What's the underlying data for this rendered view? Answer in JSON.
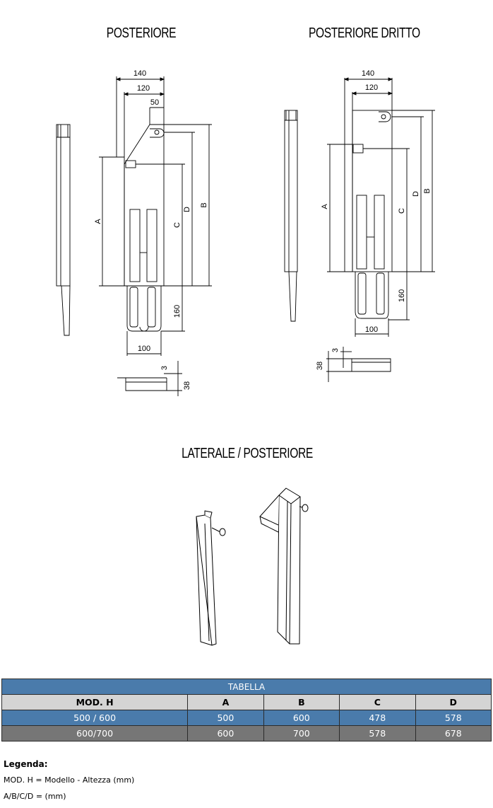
{
  "headings": {
    "posteriore": "POSTERIORE",
    "posteriore_dritto": "POSTERIORE DRITTO",
    "laterale_posteriore": "LATERALE / POSTERIORE"
  },
  "dims_left": {
    "w140": "140",
    "w120": "120",
    "w50": "50",
    "a": "A",
    "b": "B",
    "c": "C",
    "d": "D",
    "h160": "160",
    "w100": "100",
    "t3": "3",
    "h38": "38"
  },
  "dims_right": {
    "w140": "140",
    "w120": "120",
    "a": "A",
    "b": "B",
    "c": "C",
    "d": "D",
    "h160": "160",
    "w100": "100",
    "t3": "3",
    "h38": "38"
  },
  "table": {
    "title": "TABELLA",
    "headers": [
      "MOD. H",
      "A",
      "B",
      "C",
      "D"
    ],
    "rows": [
      [
        "500 / 600",
        "500",
        "600",
        "478",
        "578"
      ],
      [
        "600/700",
        "600",
        "700",
        "578",
        "678"
      ]
    ]
  },
  "legend": {
    "title": "Legenda:",
    "line1": "MOD. H = Modello - Altezza (mm)",
    "line2": "A/B/C/D = (mm)"
  }
}
